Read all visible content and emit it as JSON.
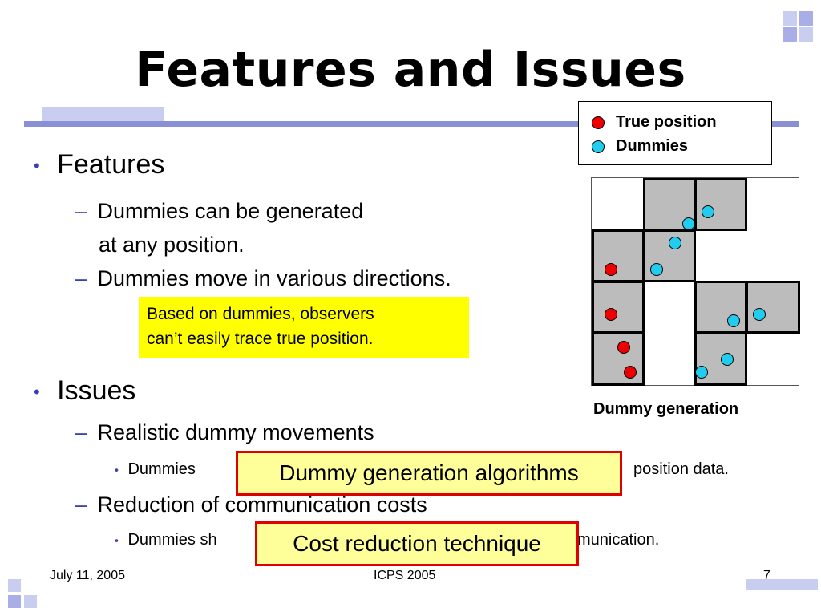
{
  "slide": {
    "title": "Features and Issues",
    "features": {
      "heading": "Features",
      "items": [
        {
          "line1": "Dummies can be generated",
          "line2": "at any position."
        },
        {
          "line1": "Dummies move in various directions."
        }
      ],
      "callout": {
        "line1": "Based on dummies, observers",
        "line2": "can’t easily trace true position."
      }
    },
    "issues": {
      "heading": "Issues",
      "sub1": "Realistic dummy movements",
      "sub1_detail_start": "Dummies",
      "sub1_detail_end": "position data.",
      "sub2": "Reduction of communication costs",
      "sub2_detail_start": "Dummies sh",
      "sub2_detail_end": "munication."
    },
    "highlight_boxes": {
      "algorithms": "Dummy generation algorithms",
      "cost": "Cost reduction technique"
    },
    "legend": {
      "true_position": "True position",
      "dummies": "Dummies"
    },
    "figure_caption": "Dummy generation",
    "colors": {
      "true_position": "#ee0000",
      "dummy": "#22ccee",
      "accent_rule": "#8a90d4",
      "callout_bg": "#ffff00",
      "highlight_border": "#e00000",
      "highlight_bg": "#ffff99"
    }
  },
  "footer": {
    "date": "July 11, 2005",
    "event": "ICPS 2005",
    "page": "7"
  }
}
